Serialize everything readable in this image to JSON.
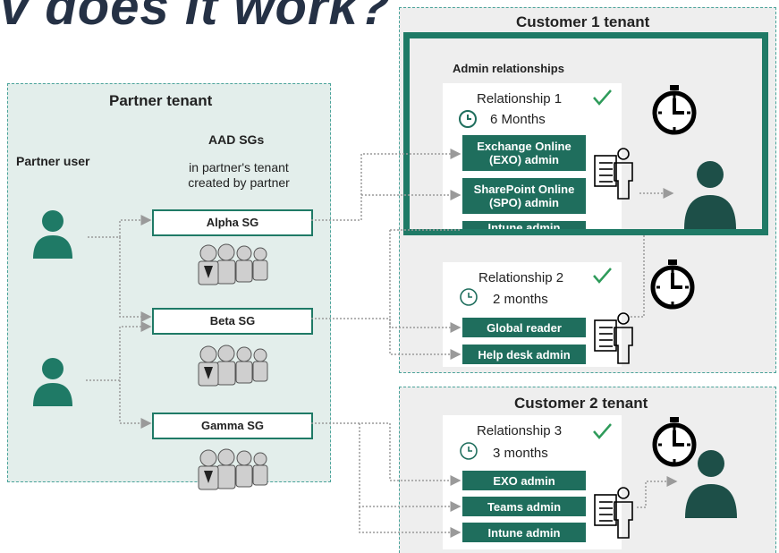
{
  "title": "v does it work?",
  "partner": {
    "header": "Partner tenant",
    "user_label": "Partner user",
    "sgs_title": "AAD SGs",
    "sgs_subtitle_1": "in partner's tenant",
    "sgs_subtitle_2": "created by partner",
    "groups": [
      "Alpha SG",
      "Beta SG",
      "Gamma SG"
    ]
  },
  "customer1": {
    "header": "Customer 1 tenant",
    "admin_relationships": "Admin relationships",
    "relationship1": {
      "label": "Relationship 1",
      "duration": "6 Months",
      "roles": [
        "Exchange Online (EXO) admin",
        "SharePoint Online (SPO) admin",
        "Intune admin"
      ]
    },
    "relationship2": {
      "label": "Relationship 2",
      "duration": "2 months",
      "roles": [
        "Global reader",
        "Help desk admin"
      ]
    }
  },
  "customer2": {
    "header": "Customer 2 tenant",
    "relationship3": {
      "label": "Relationship 3",
      "duration": "3 months",
      "roles": [
        "EXO admin",
        "Teams admin",
        "Intune admin"
      ]
    }
  },
  "colors": {
    "brand_green": "#1f6e5d",
    "border_green": "#1f7a66",
    "check_green": "#2e9b5a",
    "user_dark": "#1d4f48",
    "partner_bg": "#e3eeeb",
    "customer_bg": "#eeeeee"
  },
  "icons": [
    "person-icon",
    "group-icon",
    "clock-icon",
    "stopwatch-icon",
    "checkmark-icon",
    "auditor-icon"
  ]
}
